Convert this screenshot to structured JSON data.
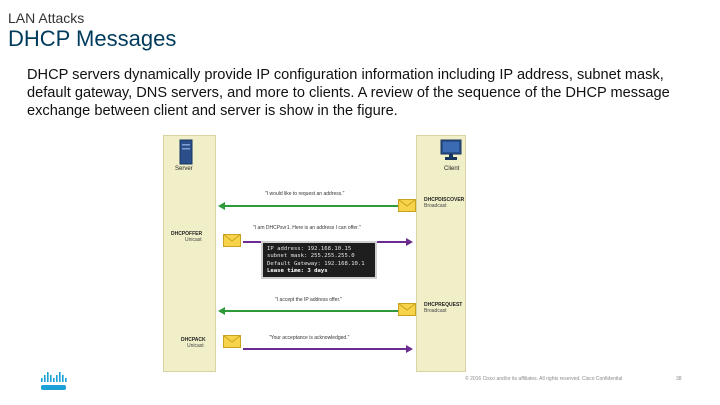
{
  "header": {
    "kicker": "LAN Attacks",
    "title": "DHCP Messages"
  },
  "body": "DHCP servers dynamically provide IP configuration information including IP address, subnet mask, default gateway, DNS servers, and more to clients. A review of the sequence of the DHCP message exchange between client and server is show in the figure.",
  "diagram": {
    "server_label": "Server",
    "client_label": "Client",
    "messages": [
      {
        "text": "\"I would like to request an address.\"",
        "name": "DHCPDISCOVER",
        "mode": "Broadcast"
      },
      {
        "text": "\"I am DHCPsvr1. Here is an address I can offer.\"",
        "name": "DHCPOFFER",
        "mode": "Unicast"
      },
      {
        "text": "\"I accept the IP address offer.\"",
        "name": "DHCPREQUEST",
        "mode": "Broadcast"
      },
      {
        "text": "\"Your acceptance is acknowledged.\"",
        "name": "DHCPACK",
        "mode": "Unicast"
      }
    ],
    "config": {
      "ip": "IP address: 192.168.10.15",
      "mask": "subnet mask: 255.255.255.0",
      "gateway": "Default Gateway: 192.168.10.1",
      "lease": "Lease time: 3 days"
    }
  },
  "footer": {
    "copyright": "© 2016 Cisco and/or its affiliates. All rights reserved. Cisco Confidential",
    "page": "38"
  },
  "colors": {
    "title": "#003b5c",
    "green_arrow": "#2e9a3a",
    "purple_arrow": "#6a2d8f",
    "column": "#f1efc8",
    "logo": "#1ba0d7"
  }
}
